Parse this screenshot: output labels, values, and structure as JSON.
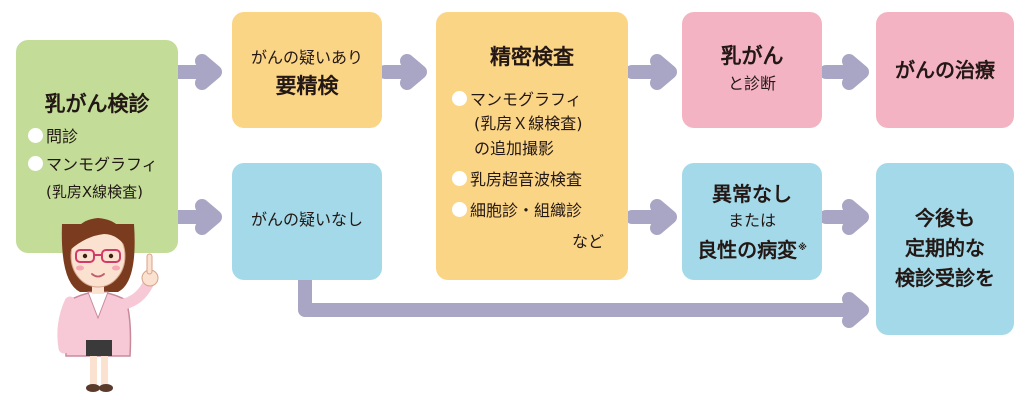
{
  "screening": {
    "title": "乳がん検診",
    "items": [
      "問診",
      "マンモグラフィ",
      "(乳房X線検査)"
    ]
  },
  "suspect": {
    "line1": "がんの疑いあり",
    "line2": "要精検"
  },
  "no_suspect": {
    "label": "がんの疑いなし"
  },
  "detailed": {
    "title": "精密検査",
    "items": [
      "マンモグラフィ",
      "(乳房Ｘ線検査)",
      "の追加撮影",
      "乳房超音波検査",
      "細胞診・組織診"
    ],
    "suffix": "など"
  },
  "diagnosis": {
    "line1": "乳がん",
    "line2": "と診断"
  },
  "treatment": {
    "label": "がんの治療"
  },
  "benign": {
    "line1": "異常なし",
    "line2": "または",
    "line3": "良性の病変",
    "note_mark": "※"
  },
  "followup": {
    "line1": "今後も",
    "line2": "定期的な",
    "line3": "検診受診を"
  },
  "colors": {
    "green": "#c3dd98",
    "orange": "#fbd586",
    "blue": "#a3d9e8",
    "pink": "#f4b3c2",
    "arrow": "#a8a6c4"
  }
}
